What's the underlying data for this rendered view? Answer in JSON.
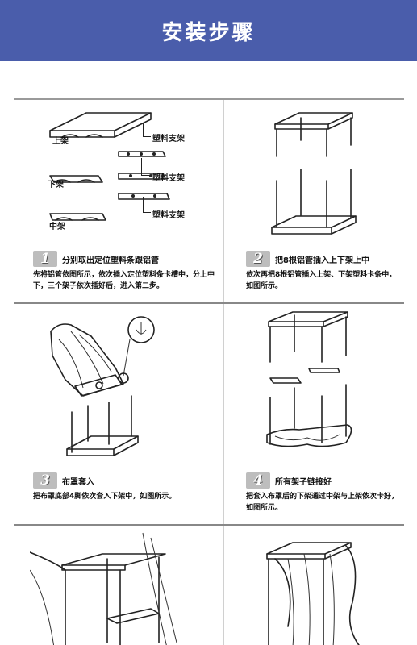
{
  "header": {
    "title": "安装步骤"
  },
  "labels": {
    "upper_frame": "上架",
    "lower_frame": "下架",
    "middle_frame": "中架",
    "plastic_bracket_1": "塑料支架",
    "plastic_bracket_2": "塑料支架",
    "plastic_bracket_3": "塑料支架"
  },
  "steps": [
    {
      "num": "1",
      "title": "分别取出定位塑料条跟铝管",
      "desc": "先将铝管依图所示，依次插入定位塑料条卡槽中，分上中下，三个架子依次插好后，进入第二步。"
    },
    {
      "num": "2",
      "title": "把8根铝管插入上下架上中",
      "desc": "依次再把8根铝管插入上架、下架塑料卡条中，如图所示。"
    },
    {
      "num": "3",
      "title": "布罩套入",
      "desc": "把布罩底部4脚依次套入下架中，如图所示。"
    },
    {
      "num": "4",
      "title": "所有架子链接好",
      "desc": "把套入布罩后的下架通过中架与上架依次卡好，如图所示。"
    }
  ]
}
